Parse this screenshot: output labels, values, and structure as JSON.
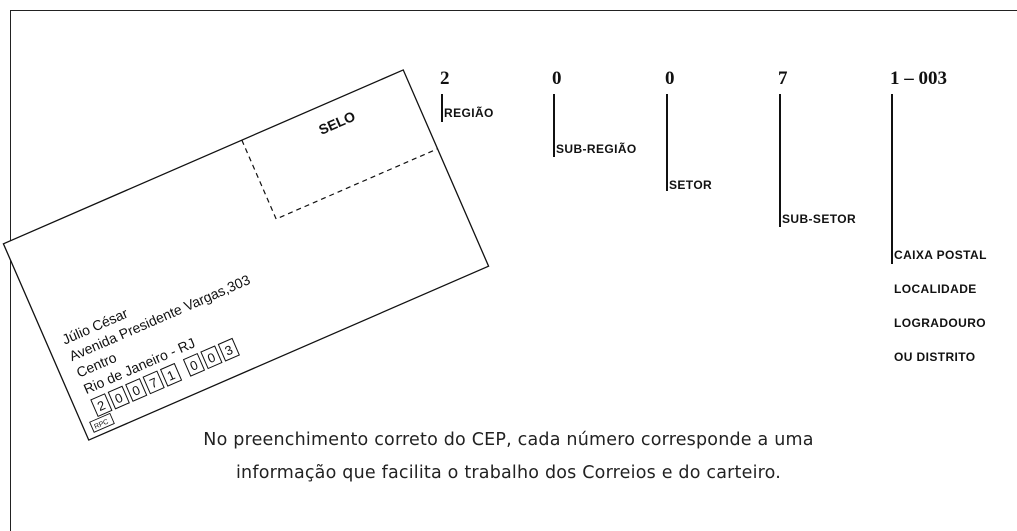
{
  "envelope": {
    "stamp_label": "SELO",
    "lines": [
      "Júlio César",
      "Avenida Presidente Vargas,303",
      "Centro",
      "Rio de Janeiro - RJ"
    ],
    "cep_digits": [
      "2",
      "0",
      "0",
      "7",
      "1",
      "0",
      "0",
      "3"
    ],
    "corner_mark": "RPC"
  },
  "cep_parts": [
    {
      "number": "2",
      "label": "REGIÃO"
    },
    {
      "number": "0",
      "label": "SUB-REGIÃO"
    },
    {
      "number": "0",
      "label": "SETOR"
    },
    {
      "number": "7",
      "label": "SUB-SETOR"
    },
    {
      "number": "1 – 003",
      "labels": [
        "CAIXA POSTAL",
        "LOCALIDADE",
        "LOGRADOURO",
        "OU DISTRITO"
      ]
    }
  ],
  "caption": {
    "line1": "No preenchimento correto do CEP, cada número corresponde a uma",
    "line2": "informação que facilita o trabalho dos Correios e do carteiro."
  }
}
